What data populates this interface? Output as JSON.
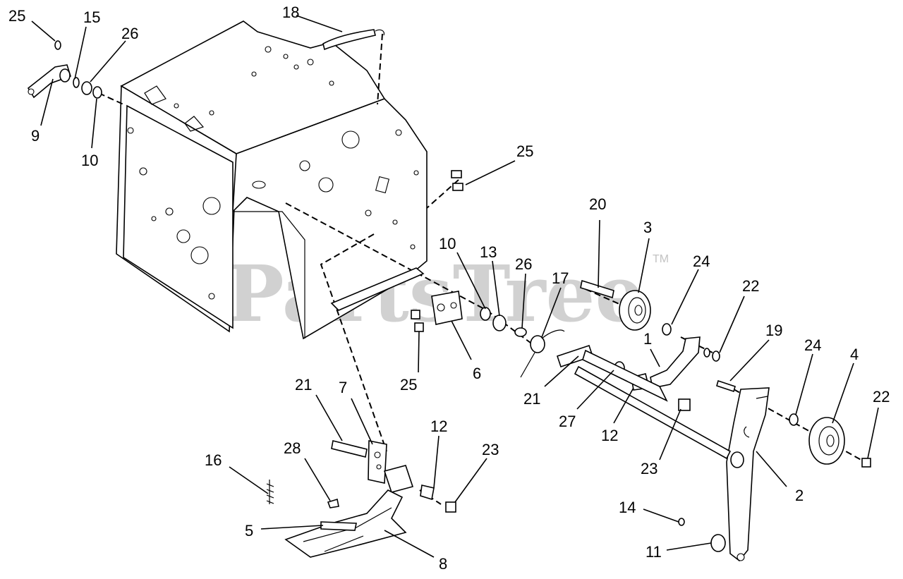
{
  "watermark": {
    "text": "PartsTree",
    "trademark": "TM"
  },
  "callouts": {
    "c25a": "25",
    "c15": "15",
    "c26a": "26",
    "c18": "18",
    "c9": "9",
    "c10a": "10",
    "c25b": "25",
    "c20": "20",
    "c3": "3",
    "c24a": "24",
    "c22a": "22",
    "c10b": "10",
    "c13": "13",
    "c26b": "26",
    "c17": "17",
    "c1": "1",
    "c19": "19",
    "c24b": "24",
    "c4": "4",
    "c22b": "22",
    "c25c": "25",
    "c6": "6",
    "c21a": "21",
    "c27": "27",
    "c12a": "12",
    "c23a": "23",
    "c2": "2",
    "c21b": "21",
    "c7": "7",
    "c12b": "12",
    "c23b": "23",
    "c16": "16",
    "c28": "28",
    "c5": "5",
    "c8": "8",
    "c14": "14",
    "c11": "11"
  }
}
